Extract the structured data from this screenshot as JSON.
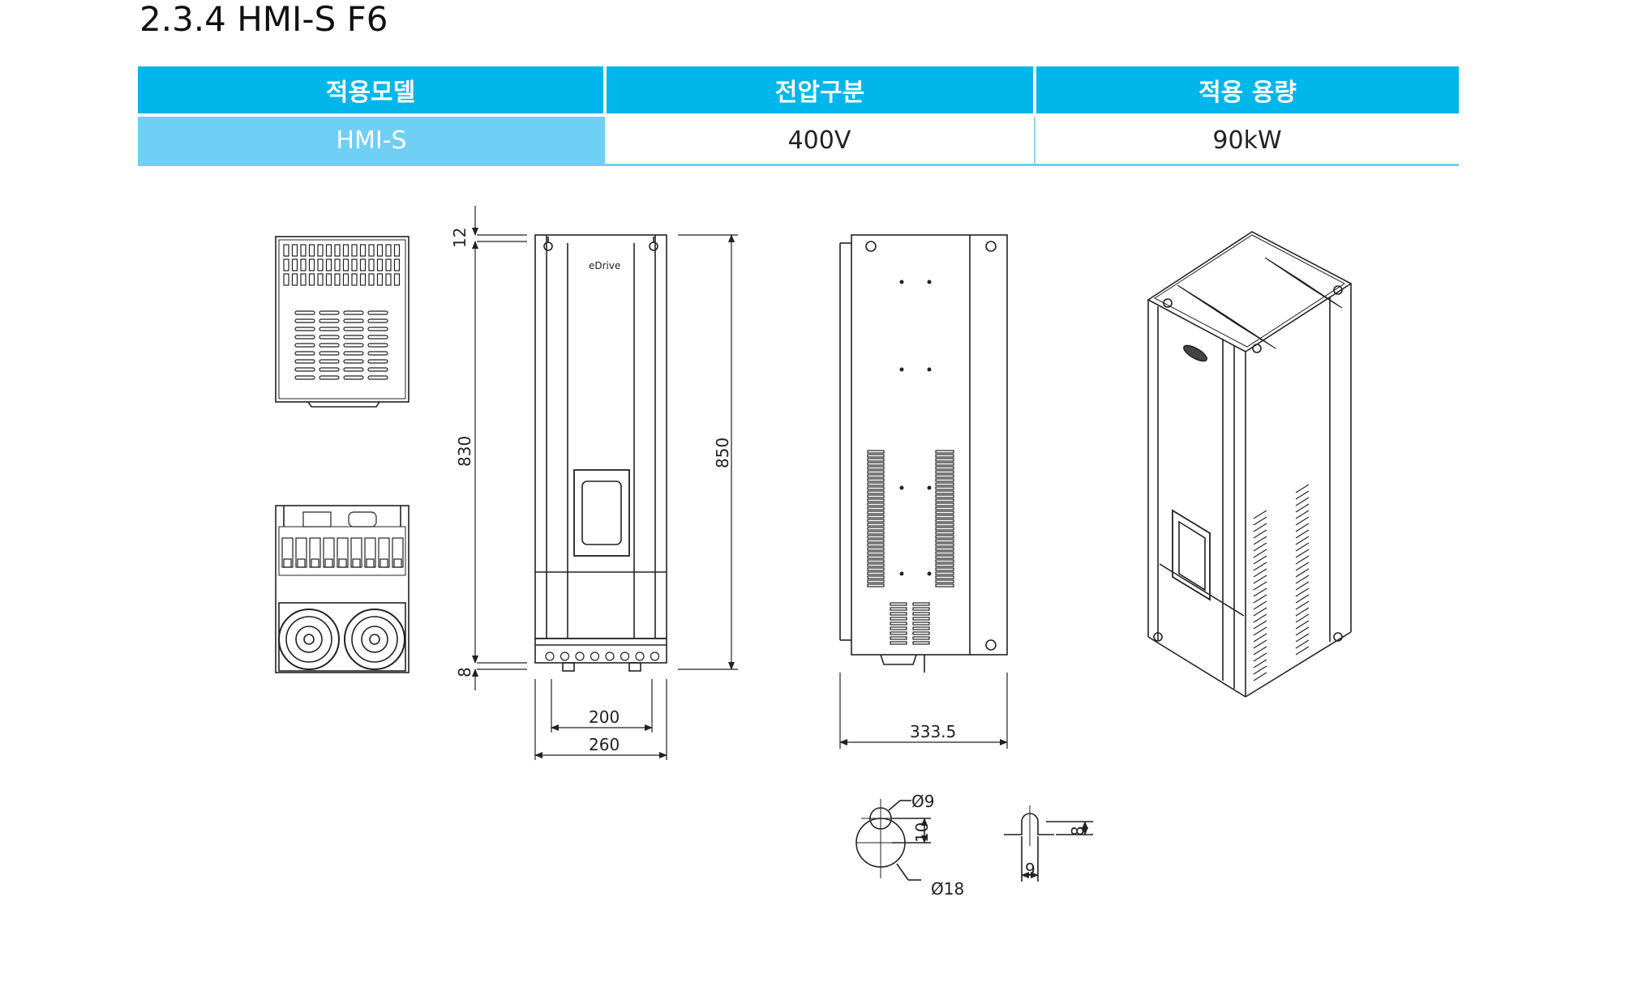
{
  "page": {
    "title": "2.3.4 HMI-S F6"
  },
  "spec_table": {
    "headers": [
      "적용모델",
      "전압구분",
      "적용 용량"
    ],
    "row": {
      "model": "HMI-S",
      "voltage": "400V",
      "capacity": "90kW"
    }
  },
  "drawing": {
    "brand_label": "eDrive",
    "dim_top_gap": "12",
    "dim_inner_height": "830",
    "dim_bottom_gap": "8",
    "dim_total_height": "850",
    "dim_mount_width": "200",
    "dim_total_width": "260",
    "dim_depth": "333.5",
    "hole_small_dia": "Ø9",
    "hole_large_dia": "Ø18",
    "hole_pitch": "10",
    "slot_width": "9",
    "slot_depth": "8"
  },
  "colors": {
    "header_bg": "#00b6ea",
    "model_cell_bg": "#6fcff4",
    "line": "#222222"
  }
}
